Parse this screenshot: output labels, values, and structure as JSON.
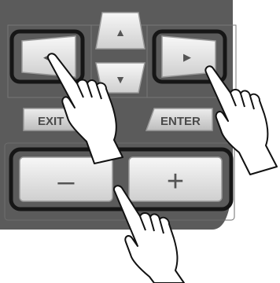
{
  "panel": {
    "buttons": {
      "up": {
        "glyph": "▲"
      },
      "down": {
        "glyph": "▼"
      },
      "left": {
        "glyph": "◀"
      },
      "right": {
        "glyph": "▶"
      },
      "exit": {
        "label": "EXIT"
      },
      "enter": {
        "label": "ENTER"
      },
      "minus": {
        "glyph": "–"
      },
      "plus": {
        "glyph": "+"
      }
    },
    "highlighted": [
      "left",
      "right",
      "minus",
      "plus"
    ],
    "icons": [
      "pointing-hand-icon"
    ]
  },
  "colors": {
    "panel": "#5a5a5a",
    "panel_dark": "#3d3d3d",
    "button_face": "#e6e6e6",
    "button_edge": "#9a9a9a",
    "highlight_ring": "#1a1a1a",
    "glyph": "#555555",
    "hand_fill": "#ffffff",
    "hand_stroke": "#111111"
  }
}
